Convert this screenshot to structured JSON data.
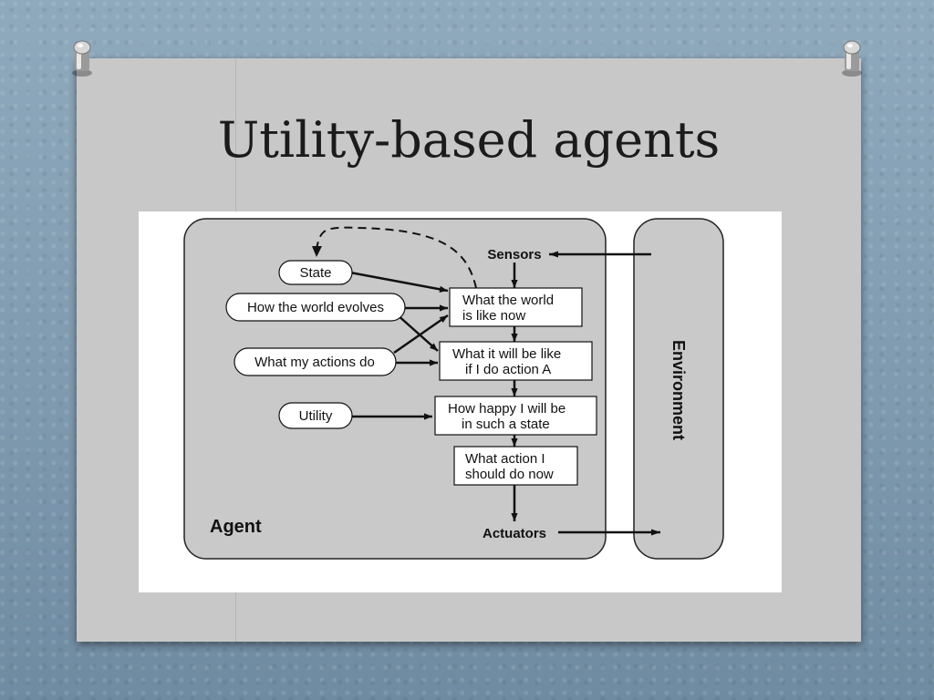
{
  "slide": {
    "title": "Utility-based agents"
  },
  "diagram": {
    "agent_label": "Agent",
    "environment_label": "Environment",
    "sensors_label": "Sensors",
    "actuators_label": "Actuators",
    "inputs": {
      "state": "State",
      "world_evolves": "How the world evolves",
      "actions_do": "What my actions do",
      "utility": "Utility"
    },
    "boxes": {
      "world_now": [
        "What the world",
        "is like now"
      ],
      "will_be": [
        "What it will be like",
        "if I do action A"
      ],
      "happy": [
        "How happy I will be",
        "in such a state"
      ],
      "action": [
        "What action I",
        "should do now"
      ]
    }
  }
}
